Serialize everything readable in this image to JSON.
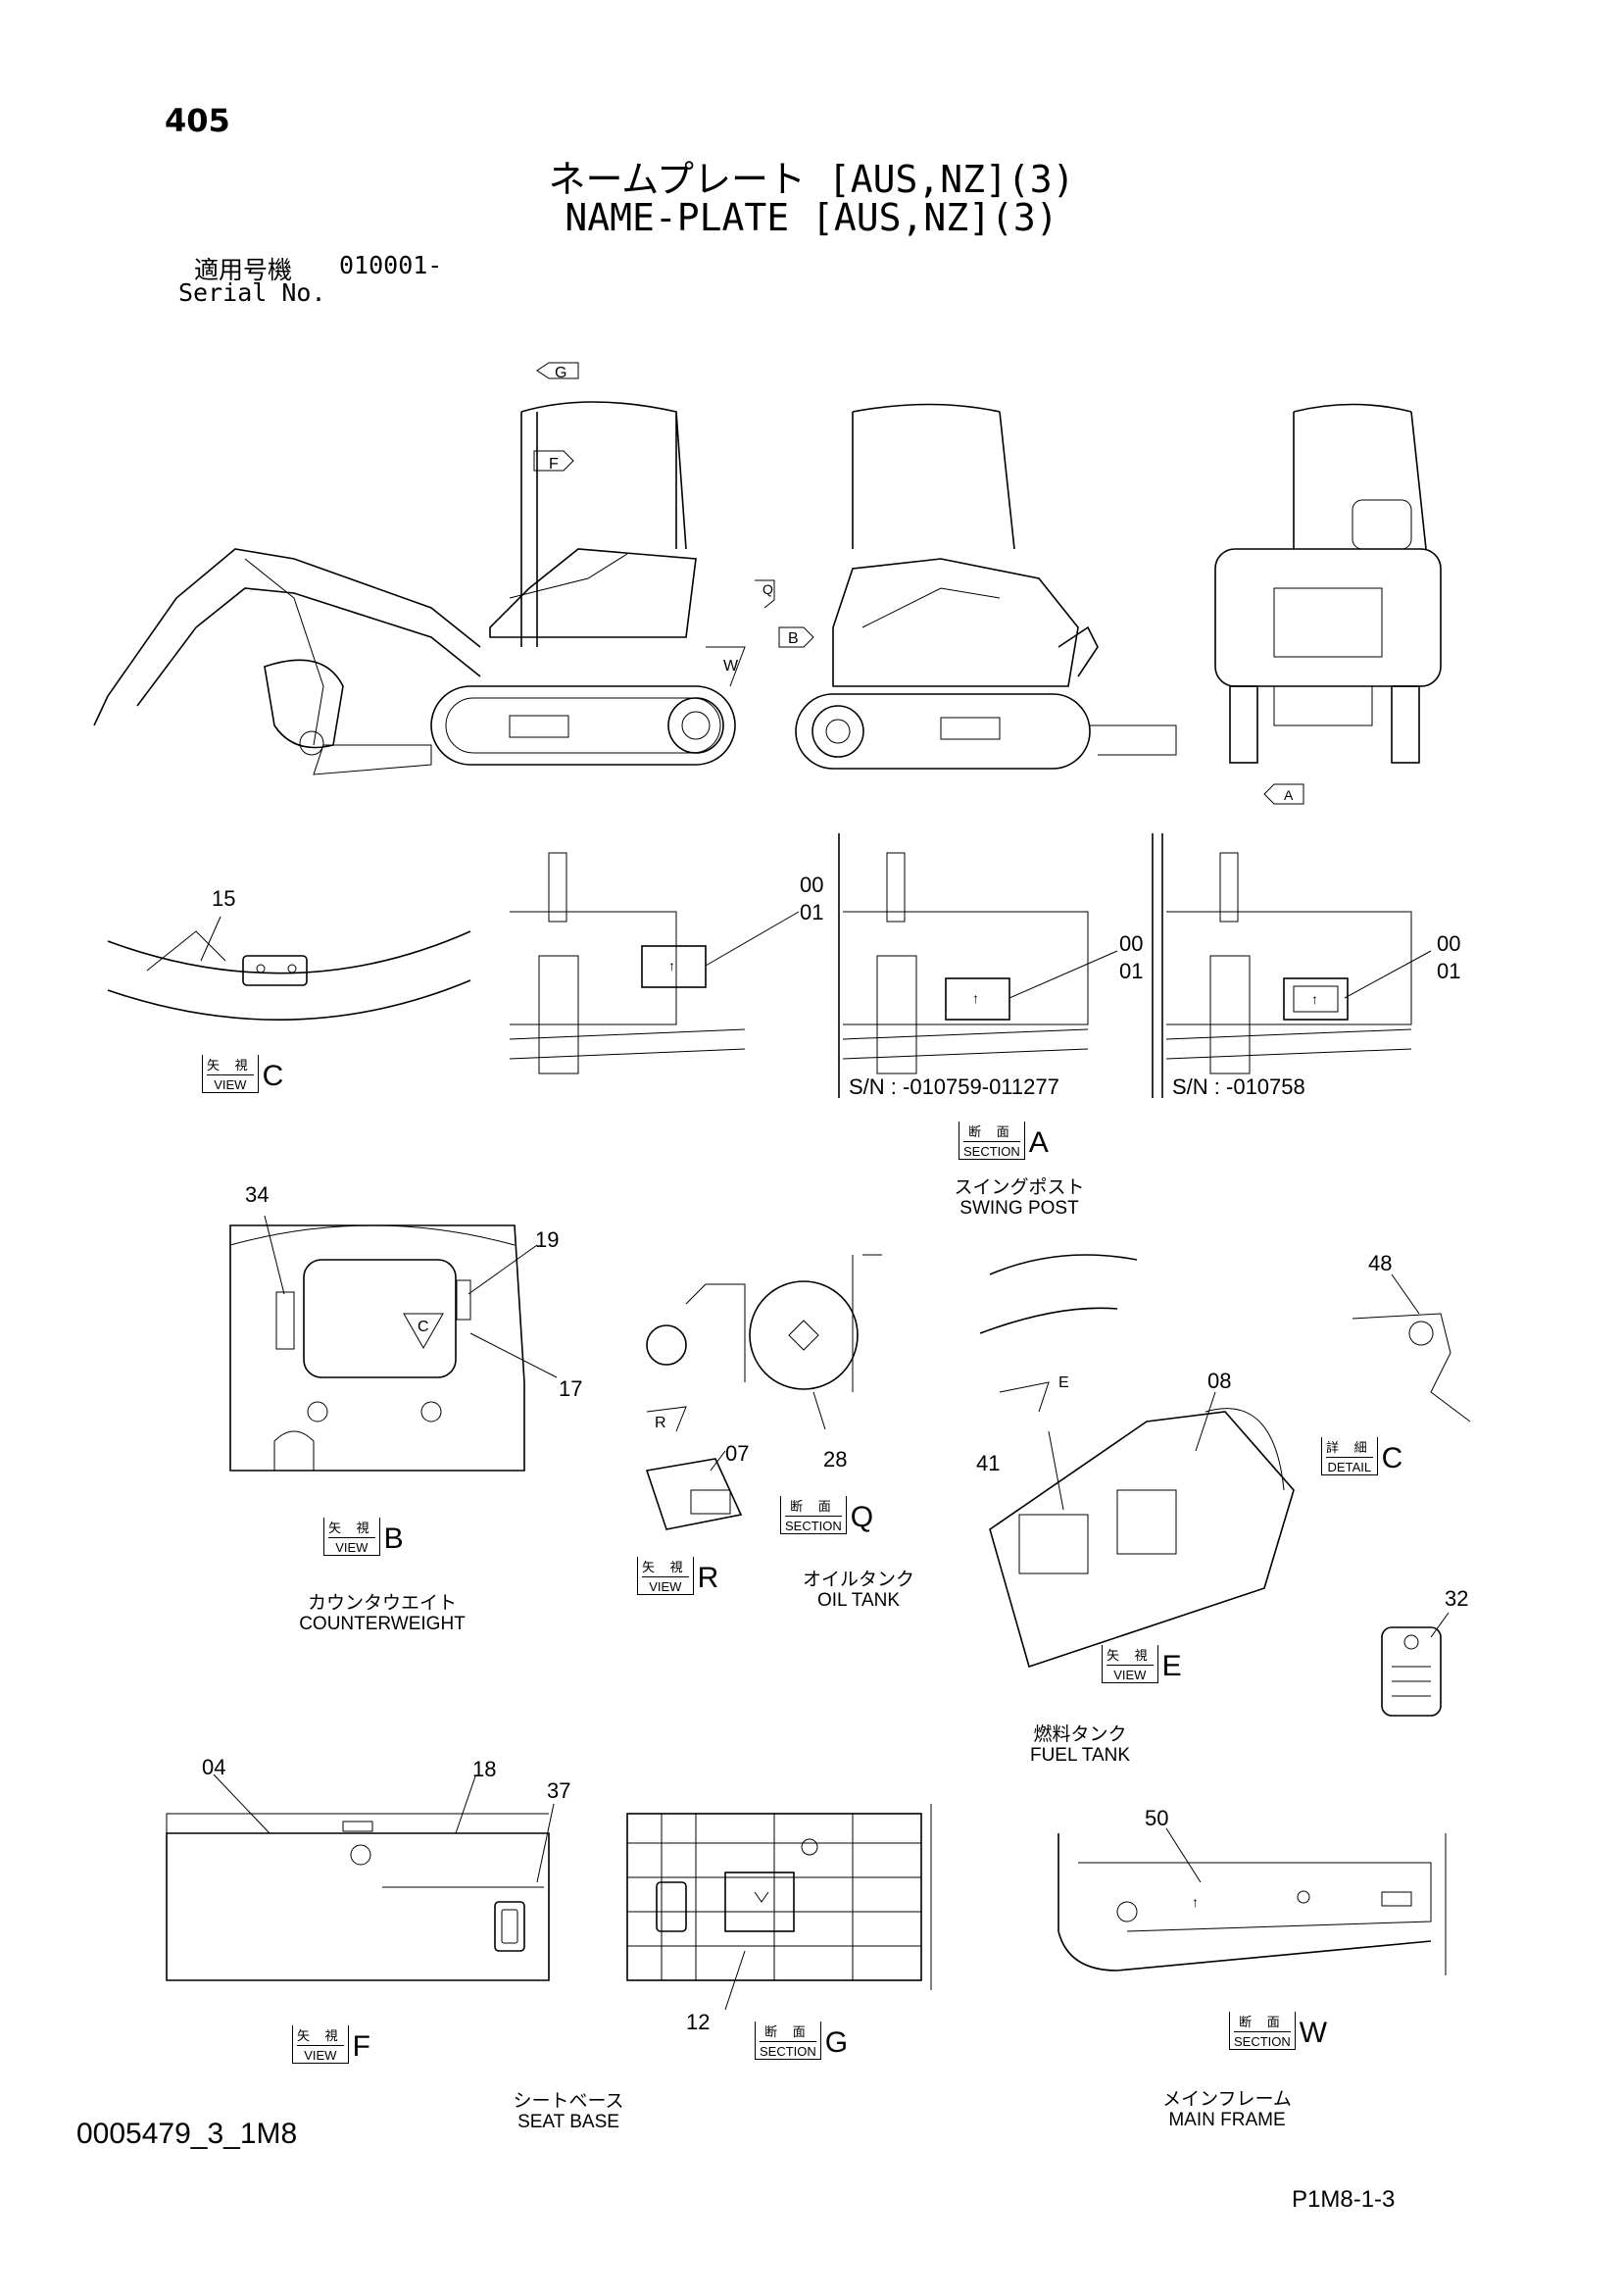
{
  "page_number": "405",
  "title_jp": "ネームプレート [AUS,NZ](3)",
  "title_en": "NAME-PLATE [AUS,NZ](3)",
  "serial": {
    "label_jp": "適用号機",
    "value": "010001-",
    "label_en": "Serial No."
  },
  "view_markers": [
    "G",
    "F",
    "Q",
    "B",
    "W",
    "A"
  ],
  "callouts": {
    "c15": "15",
    "c00a": "00",
    "c01a": "01",
    "c00b": "00",
    "c01b": "01",
    "c00c": "00",
    "c01c": "01",
    "c34": "34",
    "c19": "19",
    "c17": "17",
    "c48": "48",
    "c07": "07",
    "c28": "28",
    "c08": "08",
    "c41": "41",
    "c32": "32",
    "c04": "04",
    "c18": "18",
    "c37": "37",
    "c12": "12",
    "c50": "50"
  },
  "serial_ranges": {
    "middle": "S/N : -010759-011277",
    "right": "S/N : -010758"
  },
  "tags": {
    "view_c": {
      "jp": "矢 視",
      "en": "VIEW",
      "letter": "C"
    },
    "section_a": {
      "jp": "断 面",
      "en": "SECTION",
      "letter": "A"
    },
    "view_b": {
      "jp": "矢 視",
      "en": "VIEW",
      "letter": "B"
    },
    "view_r": {
      "jp": "矢 視",
      "en": "VIEW",
      "letter": "R"
    },
    "section_q": {
      "jp": "断 面",
      "en": "SECTION",
      "letter": "Q"
    },
    "detail_c": {
      "jp": "詳 細",
      "en": "DETAIL",
      "letter": "C"
    },
    "view_e": {
      "jp": "矢 視",
      "en": "VIEW",
      "letter": "E"
    },
    "view_f": {
      "jp": "矢 視",
      "en": "VIEW",
      "letter": "F"
    },
    "section_g": {
      "jp": "断 面",
      "en": "SECTION",
      "letter": "G"
    },
    "section_w": {
      "jp": "断 面",
      "en": "SECTION",
      "letter": "W"
    }
  },
  "captions": {
    "swing_post_jp": "スイングポスト",
    "swing_post_en": "SWING POST",
    "counterweight_jp": "カウンタウエイト",
    "counterweight_en": "COUNTERWEIGHT",
    "oil_tank_jp": "オイルタンク",
    "oil_tank_en": "OIL TANK",
    "fuel_tank_jp": "燃料タンク",
    "fuel_tank_en": "FUEL TANK",
    "seat_base_jp": "シートベース",
    "seat_base_en": "SEAT BASE",
    "main_frame_jp": "メインフレーム",
    "main_frame_en": "MAIN FRAME"
  },
  "footer": {
    "drawing_code": "0005479_3_1M8",
    "page_ref": "P1M8-1-3"
  }
}
